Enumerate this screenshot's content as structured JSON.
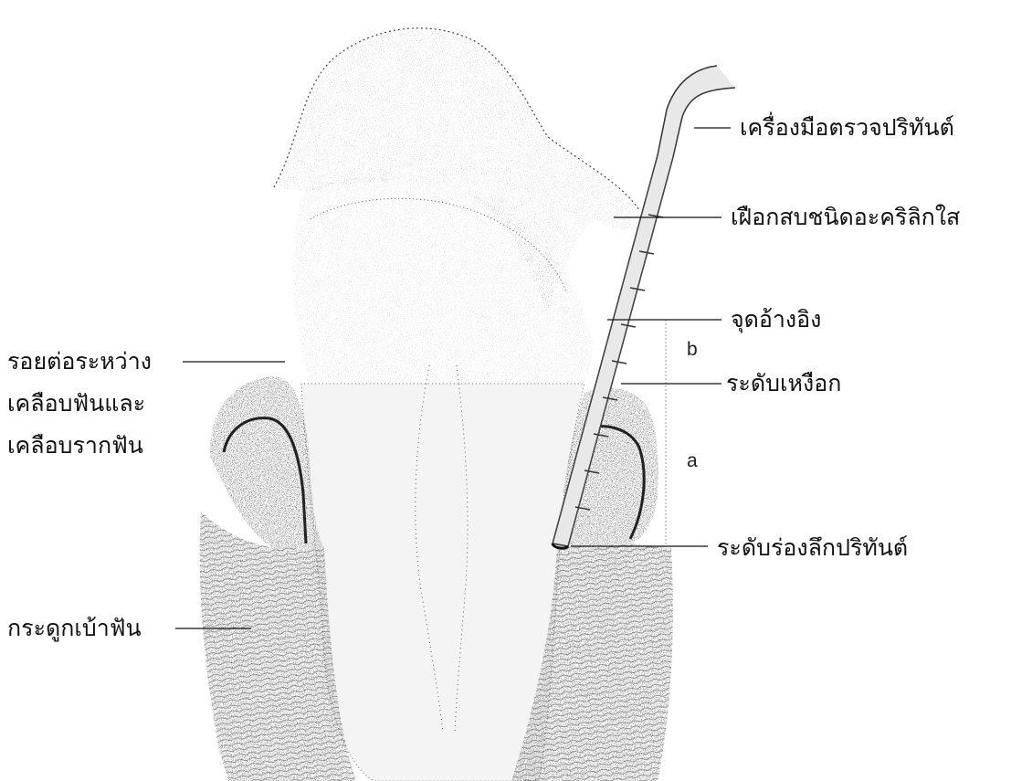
{
  "figure": {
    "ink_color": "#1a1a1a",
    "background": "#ffffff",
    "labels": {
      "probe": "เครื่องมือตรวจปริทันต์",
      "acrylic_stent": "เฝือกสบชนิดอะคริลิกใส",
      "reference_point": "จุดอ้างอิง",
      "gingival_level": "ระดับเหงือก",
      "pocket_depth_level": "ระดับร่องลึกปริทันต์",
      "cej_line1": "รอยต่อระหว่าง",
      "cej_line2": "เคลือบฟันและ",
      "cej_line3": "เคลือบรากฟัน",
      "alveolar_bone": "กระดูกเบ้าฟัน"
    },
    "measurements": {
      "a": "a",
      "b": "b"
    }
  }
}
